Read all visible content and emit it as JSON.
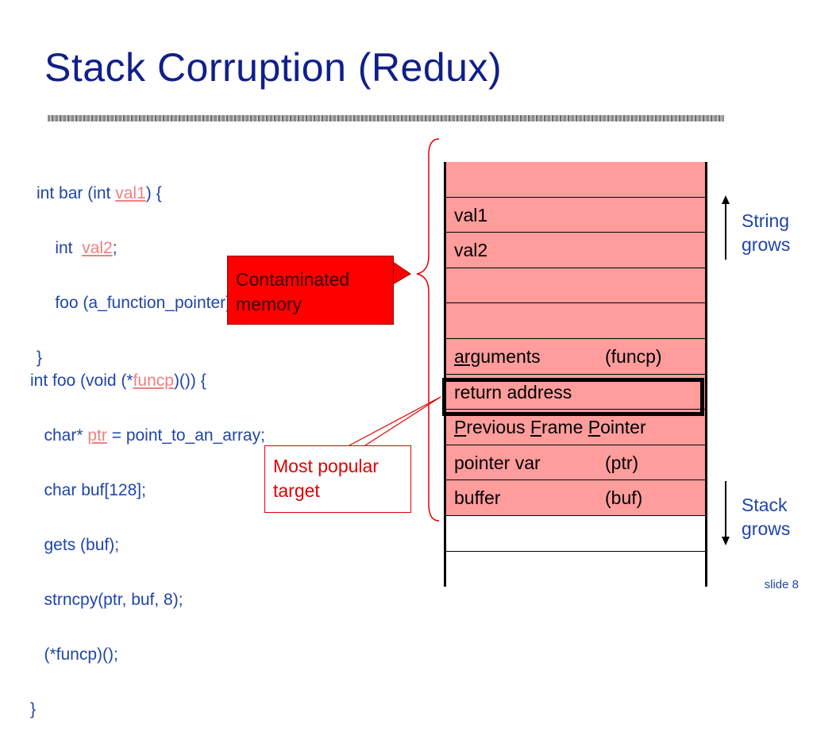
{
  "title": "Stack Corruption (Redux)",
  "code_bar": {
    "line1_a": "int bar (int ",
    "line1_var": "val1",
    "line1_b": ") {",
    "line2_a": "    int  ",
    "line2_var": "val2",
    "line2_b": ";",
    "line3": "    foo (a_function_pointer);",
    "line4": "}"
  },
  "code_foo": {
    "line1_a": "int foo (void (*",
    "line1_var": "funcp",
    "line1_b": ")()) {",
    "line2_a": "   char* ",
    "line2_var": "ptr",
    "line2_b": " = point_to_an_array;",
    "line3": "   char buf[128];",
    "line4": "   gets (buf);",
    "line5": "   strncpy(ptr, buf, 8);",
    "line6": "   (*funcp)();",
    "line7": "}"
  },
  "callouts": {
    "contaminated_line1": "Contaminated",
    "contaminated_line2": "memory",
    "popular_line1": "Most popular",
    "popular_line2": "target"
  },
  "stack": {
    "val1": "val1",
    "val2": "val2",
    "arguments_u": "arg",
    "arguments_rest": "uments",
    "arguments_col2": "(funcp)",
    "return_address": "return address",
    "pfp_P": "P",
    "pfp_revious": "revious ",
    "pfp_F": "F",
    "pfp_rame": "rame ",
    "pfp_P2": "P",
    "pfp_ointer": "ointer",
    "pointer_var": "pointer var",
    "pointer_var_col2": "(ptr)",
    "buffer": "buffer",
    "buffer_col2": "(buf)"
  },
  "labels": {
    "string_grows_1": "String",
    "string_grows_2": "grows",
    "stack_grows_1": "Stack",
    "stack_grows_2": "grows"
  },
  "slide_number": "slide 8",
  "colors": {
    "title": "#0f1f8a",
    "code": "#1f45a8",
    "variable": "#f08080",
    "stack_fill": "#ff9c9c",
    "callout_red": "#ff0000"
  }
}
